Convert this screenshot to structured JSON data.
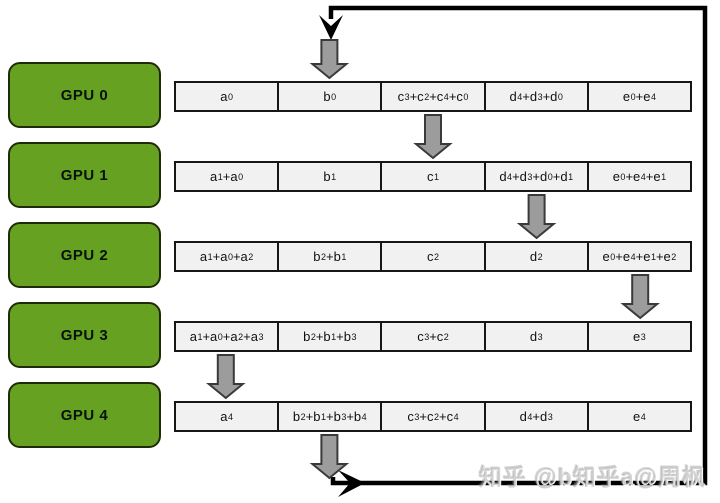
{
  "gpus": [
    {
      "label": "GPU 0",
      "cells": [
        "a_0",
        "b_0",
        "c_3+c_2+c_4+c_0",
        "d_4+d_3+d_0",
        "e_0+e_4"
      ]
    },
    {
      "label": "GPU 1",
      "cells": [
        "a_1+a_0",
        "b_1",
        "c_1",
        "d_4+d_3+d_0+d_1",
        "e_0+e_4+e_1"
      ]
    },
    {
      "label": "GPU 2",
      "cells": [
        "a_1+a_0+a_2",
        "b_2+b_1",
        "c_2",
        "d_2",
        "e_0+e_4+e_1+e_2"
      ]
    },
    {
      "label": "GPU 3",
      "cells": [
        "a_1+a_0+a_2+a_3",
        "b_2+b_1+b_3",
        "c_3+c_2",
        "d_3",
        "e_3"
      ]
    },
    {
      "label": "GPU 4",
      "cells": [
        "a_4",
        "b_2+b_1+b_3+b_4",
        "c_3+c_2+c_4",
        "d_4+d_3",
        "e_4"
      ]
    }
  ],
  "arrows": [
    {
      "name": "transfer-arrow-ring-in-to-gpu0",
      "gap": 0,
      "column": 1
    },
    {
      "name": "transfer-arrow-gpu0-to-gpu1",
      "gap": 1,
      "column": 2
    },
    {
      "name": "transfer-arrow-gpu1-to-gpu2",
      "gap": 2,
      "column": 3
    },
    {
      "name": "transfer-arrow-gpu2-to-gpu3",
      "gap": 3,
      "column": 4
    },
    {
      "name": "transfer-arrow-gpu3-to-gpu4",
      "gap": 4,
      "column": 0
    },
    {
      "name": "transfer-arrow-gpu4-to-ring-out",
      "gap": 5,
      "column": 1
    }
  ],
  "colors": {
    "gpu_fill": "#66a122",
    "gpu_border": "#1e2b09",
    "cell_fill": "#f1f1f1",
    "cell_border": "#161616",
    "arrow_fill": "#9c9c9c",
    "arrow_border": "#3a3a3a",
    "wire": "#000000"
  },
  "watermark": "知乎 @b知乎a@周枫"
}
